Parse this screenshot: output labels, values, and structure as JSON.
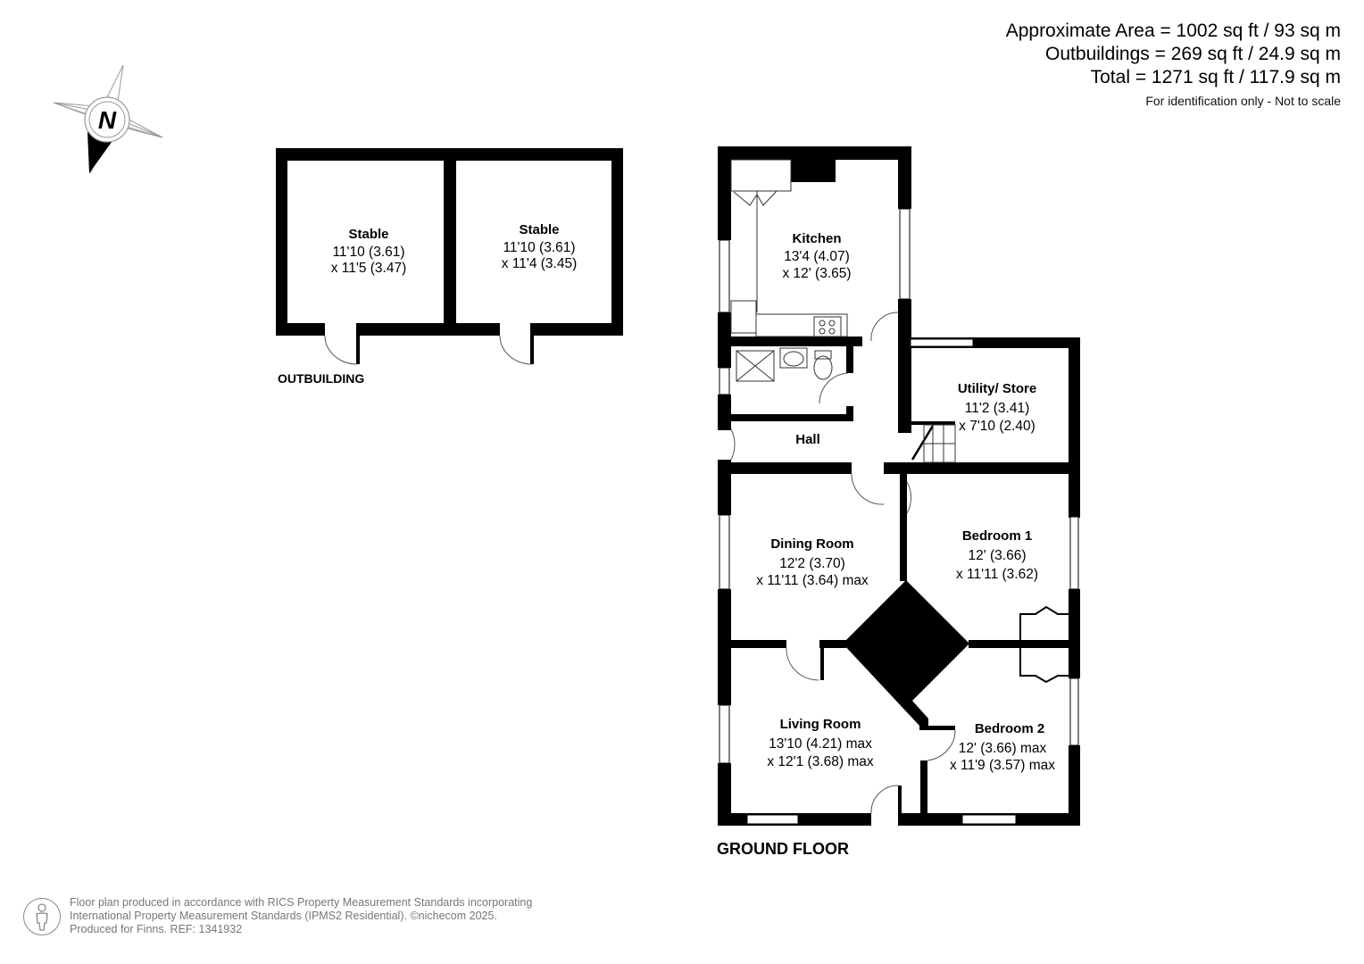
{
  "area_summary": {
    "approximate_area": "Approximate Area = 1002 sq ft / 93 sq m",
    "outbuildings": "Outbuildings = 269 sq ft / 24.9 sq m",
    "total": "Total = 1271 sq ft / 117.9 sq m",
    "note": "For identification only - Not to scale"
  },
  "compass": {
    "icon": "north-compass-icon",
    "label": "N"
  },
  "outbuilding": {
    "label": "OUTBUILDING",
    "rooms": [
      {
        "name": "Stable",
        "dim1": "11'10 (3.61)",
        "dim2": "x 11'5 (3.47)"
      },
      {
        "name": "Stable",
        "dim1": "11'10 (3.61)",
        "dim2": "x 11'4 (3.45)"
      }
    ]
  },
  "ground_floor": {
    "label": "GROUND FLOOR",
    "rooms": {
      "kitchen": {
        "name": "Kitchen",
        "dim1": "13'4 (4.07)",
        "dim2": "x 12' (3.65)"
      },
      "utility": {
        "name": "Utility/ Store",
        "dim1": "11'2 (3.41)",
        "dim2": "x 7'10 (2.40)"
      },
      "hall": {
        "name": "Hall"
      },
      "dining": {
        "name": "Dining Room",
        "dim1": "12'2 (3.70)",
        "dim2": "x 11'11 (3.64) max"
      },
      "bedroom1": {
        "name": "Bedroom 1",
        "dim1": "12' (3.66)",
        "dim2": "x 11'11 (3.62)"
      },
      "living": {
        "name": "Living Room",
        "dim1": "13'10 (4.21) max",
        "dim2": "x 12'1 (3.68) max"
      },
      "bedroom2": {
        "name": "Bedroom 2",
        "dim1": "12' (3.66) max",
        "dim2": "x 11'9 (3.57) max"
      }
    }
  },
  "footer": {
    "line1": "Floor plan produced in accordance with RICS Property Measurement Standards incorporating",
    "line2": "International Property Measurement Standards (IPMS2 Residential).   ©nichecom 2025.",
    "line3": "Produced for Finns.   REF:  1341932"
  }
}
